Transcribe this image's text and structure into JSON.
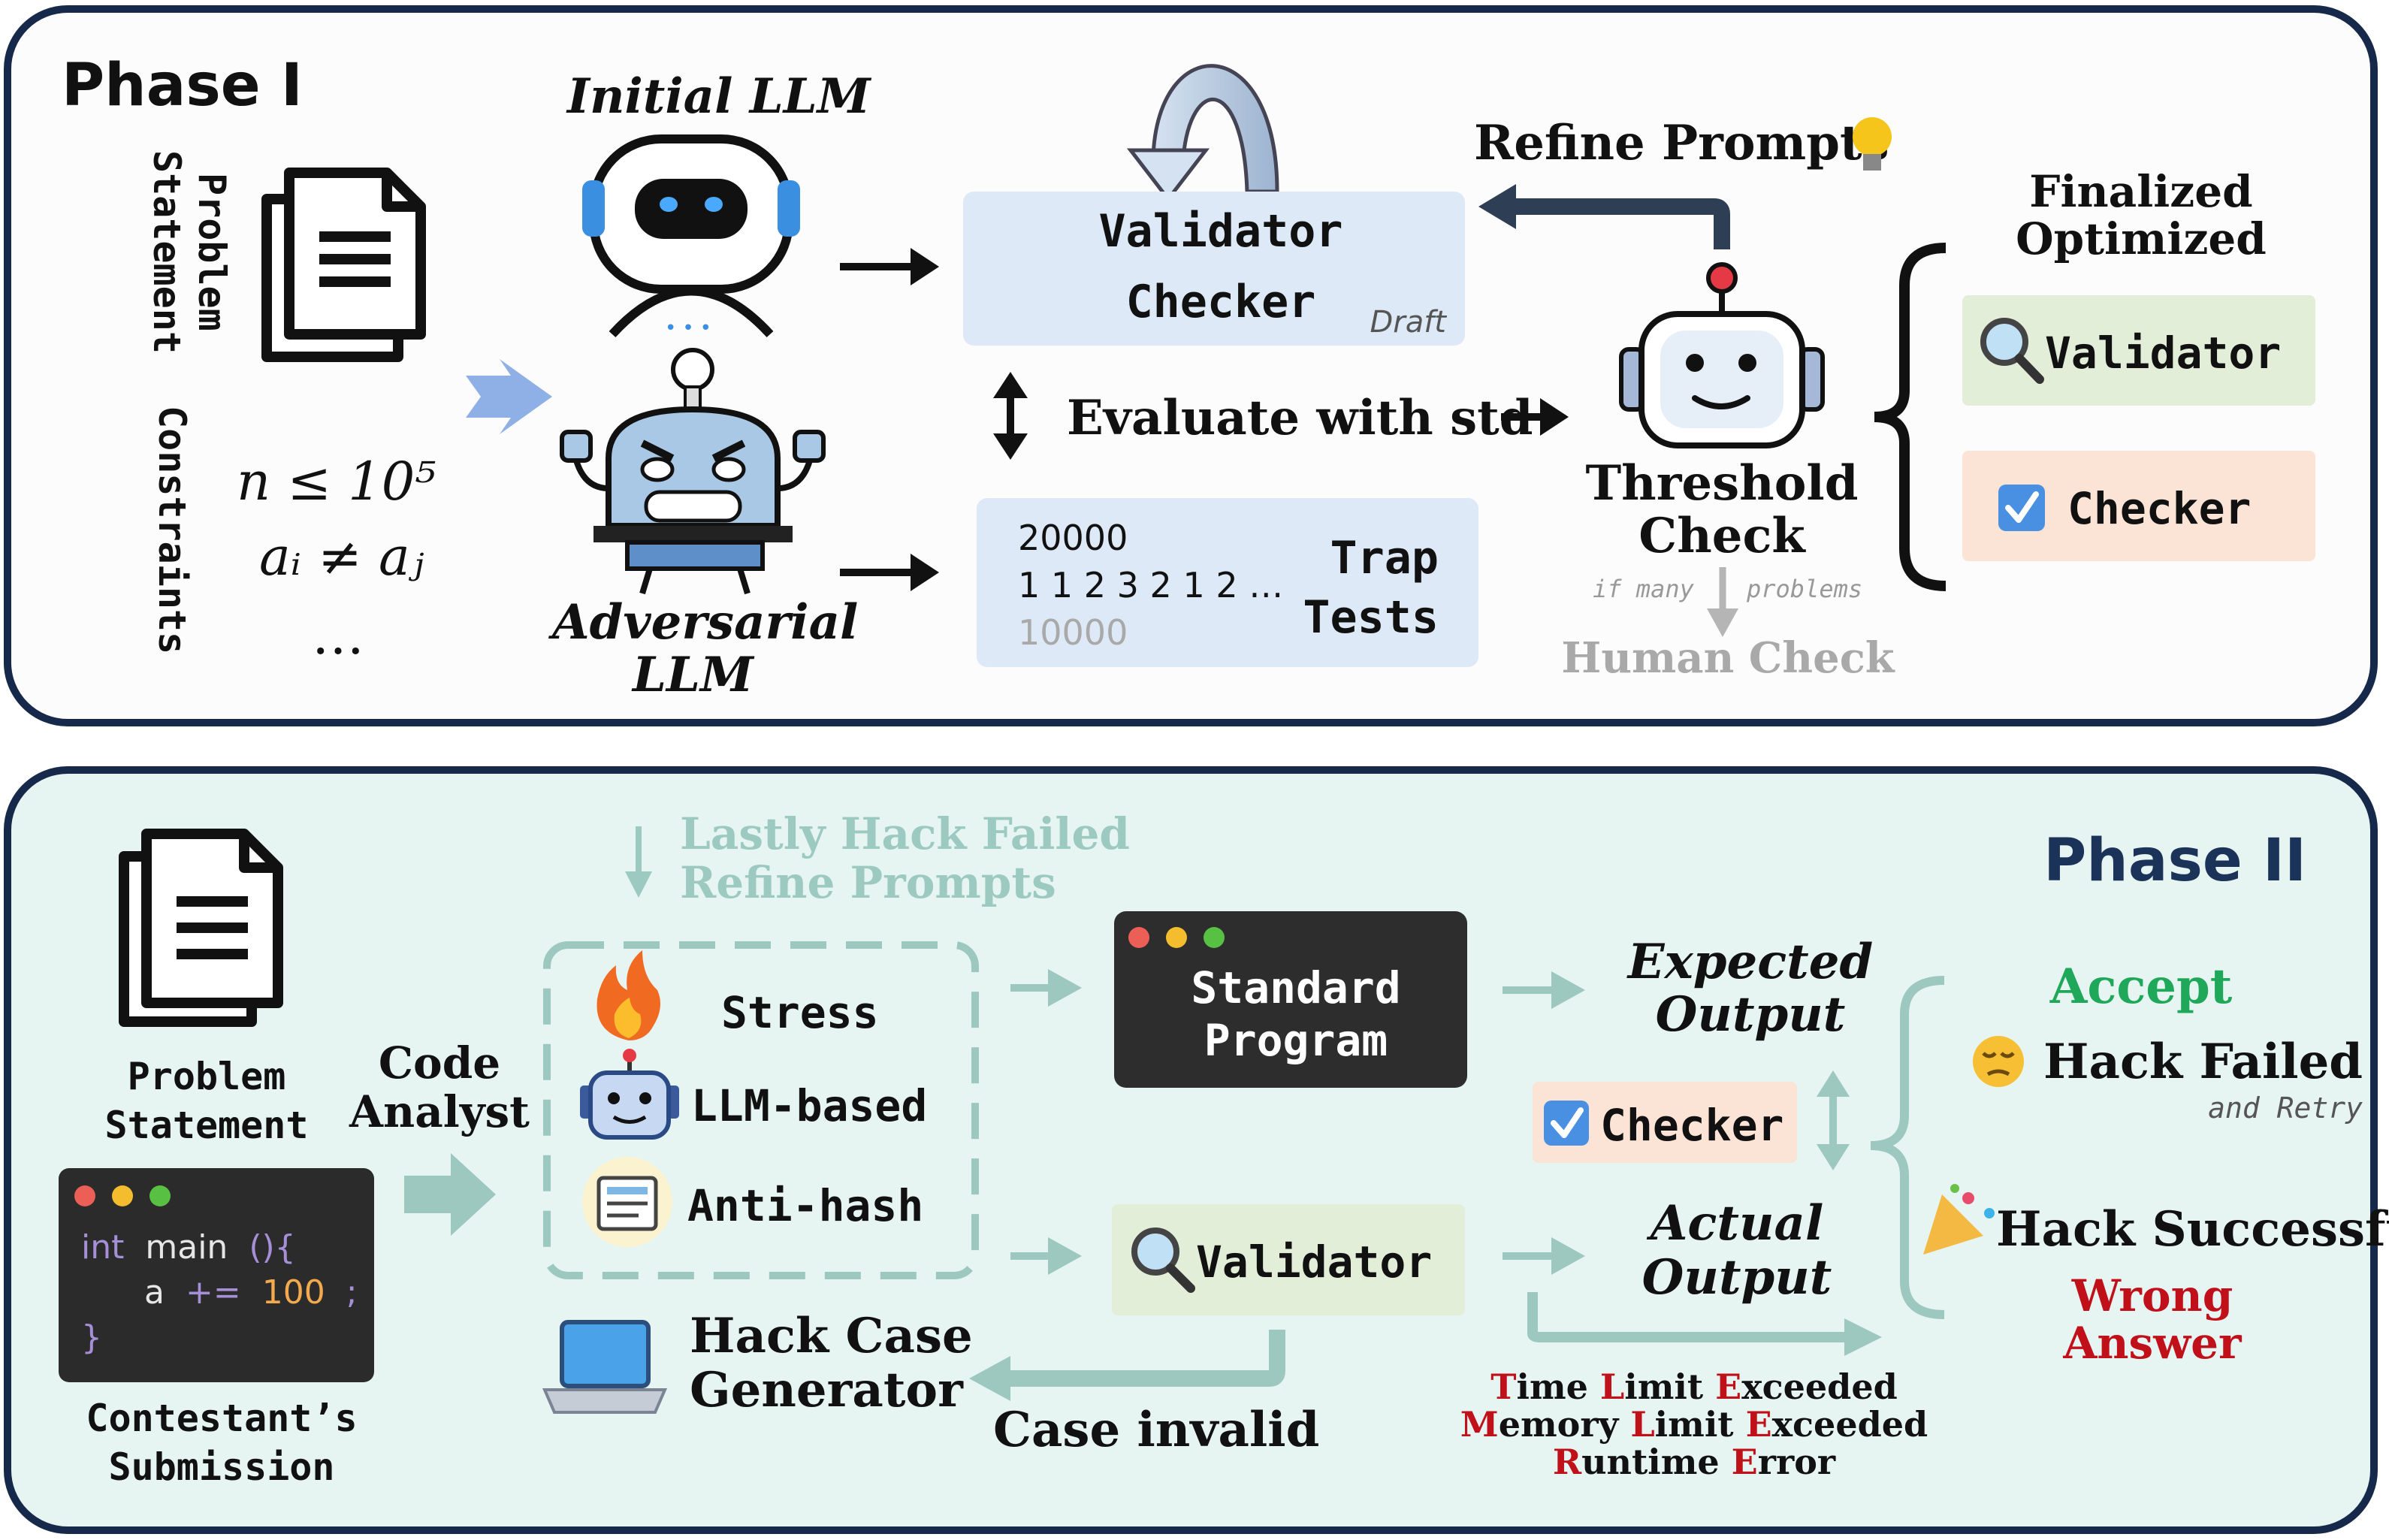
{
  "phase1": {
    "title": "Phase I",
    "problem_statement": [
      "Problem",
      "Statement"
    ],
    "constraints_label": "Constraints",
    "constraint_lines": [
      "n ≤ 10⁵",
      "aᵢ ≠ aⱼ",
      "…"
    ],
    "initial_llm": "Initial LLM",
    "robot_dots": "•••",
    "adversarial_llm": [
      "Adversarial",
      "LLM"
    ],
    "draft_box": {
      "validator": "Validator",
      "checker": "Checker",
      "tag": "Draft"
    },
    "evaluate": "Evaluate with std",
    "trap_tests": {
      "samples": [
        "20000",
        "1 1 2 3 2 1 2 …",
        "10000"
      ],
      "label": [
        "Trap",
        "Tests"
      ]
    },
    "refine_prompts": "Refine Prompts",
    "threshold_check": [
      "Threshold",
      "Check"
    ],
    "if_many": "if many",
    "problems": "problems",
    "human_check": "Human Check",
    "finalized": [
      "Finalized",
      "Optimized"
    ],
    "final_validator": "Validator",
    "final_checker": "Checker"
  },
  "phase2": {
    "title": "Phase II",
    "lastly": [
      "Lastly Hack Failed",
      "Refine Prompts"
    ],
    "problem_statement": [
      "Problem",
      "Statement"
    ],
    "code_analyst": [
      "Code",
      "Analyst"
    ],
    "code_snippet": {
      "int": "int",
      "main": "main",
      "parens": "(){",
      "a": "a",
      "op": "+=",
      "num": "100",
      "semi": ";",
      "close": "}"
    },
    "submission": [
      "Contestant’s",
      "Submission"
    ],
    "strategies": [
      "Stress",
      "LLM-based",
      "Anti-hash"
    ],
    "standard_program": [
      "Standard",
      "Program"
    ],
    "validator": "Validator",
    "hack_case_generator": [
      "Hack Case",
      "Generator"
    ],
    "case_invalid": "Case invalid",
    "expected_output": [
      "Expected",
      "Output"
    ],
    "checker": "Checker",
    "actual_output": [
      "Actual",
      "Output"
    ],
    "errors": [
      {
        "parts": [
          "T",
          "ime ",
          "L",
          "imit ",
          "E",
          "xceeded"
        ]
      },
      {
        "parts": [
          "M",
          "emory ",
          "L",
          "imit ",
          "E",
          "xceeded"
        ]
      },
      {
        "parts": [
          "R",
          "untime ",
          "E",
          "rror"
        ]
      }
    ],
    "accept": "Accept",
    "hack_failed": "Hack Failed",
    "and_retry": "and Retry",
    "hack_successful": "Hack Successful",
    "wrong_answer": [
      "Wrong",
      "Answer"
    ]
  },
  "colors": {
    "panel_border": "#16294a",
    "phase2_bg": "#e6f4f2",
    "teal_arrow": "#9cc8bf",
    "draft_bg": "#dde9f6",
    "validator_green": "#e3eed9",
    "checker_peach": "#fbe3d6",
    "accept_green": "#1fa85a",
    "error_red": "#c0101a",
    "muted_gray": "#a9a9a9",
    "muted_teal": "#9ccac0"
  }
}
